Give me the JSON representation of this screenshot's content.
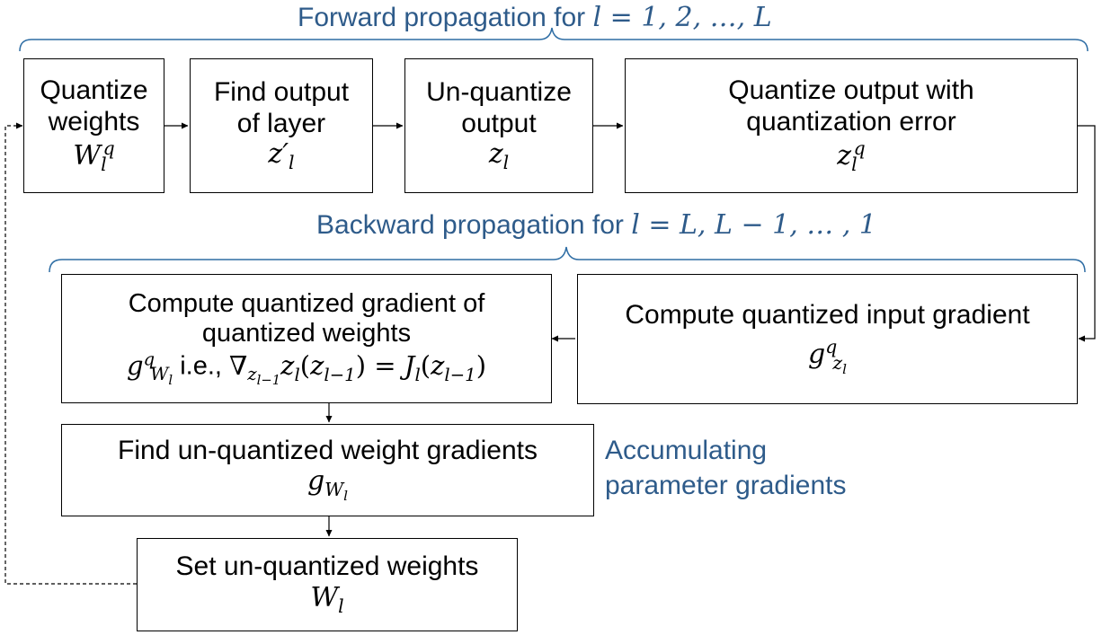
{
  "forward": {
    "prefix": "Forward propagation for ",
    "range": "l = 1, 2, …, L"
  },
  "backward": {
    "prefix": "Backward propagation for ",
    "range": "l = L, L − 1, … , 1"
  },
  "annotation": {
    "line1": "Accumulating",
    "line2": "parameter gradients"
  },
  "boxes": {
    "quantize_weights": {
      "line1": "Quantize",
      "line2": "weights",
      "symbol_main": "W",
      "symbol_sub": "l",
      "symbol_sup": "q"
    },
    "find_output": {
      "line1": "Find output",
      "line2": "of layer",
      "symbol_main": "z′",
      "symbol_sub": "l"
    },
    "unquantize_output": {
      "line1": "Un-quantize",
      "line2": "output",
      "symbol_main": "z",
      "symbol_sub": "l"
    },
    "quantize_output": {
      "line1": "Quantize output with",
      "line2": "quantization error",
      "symbol_main": "z",
      "symbol_sub": "l",
      "symbol_sup": "q"
    },
    "input_gradient": {
      "line1": "Compute quantized input gradient",
      "symbol_main": "g",
      "symbol_sup": "q",
      "symbol_sub_main": "z",
      "symbol_sub_sub": "l"
    },
    "weight_gradient_quantized": {
      "line1": "Compute quantized gradient of",
      "line2": "quantized weights",
      "symbol_main": "g",
      "symbol_sup": "q",
      "symbol_sub_main": "W",
      "symbol_sub_sub": "l",
      "ie": " i.e., ",
      "nabla": "∇",
      "nabla_sub_main": "z",
      "nabla_sub_sub": "l−1",
      "expr_left": "z",
      "expr_left_sub": "l",
      "expr_left_arg_main": "z",
      "expr_left_arg_sub": "l−1",
      "equals": " = ",
      "expr_right": "J",
      "expr_right_sub": "l",
      "expr_right_arg_main": "z",
      "expr_right_arg_sub": "l−1"
    },
    "unquantized_weight_gradients": {
      "line1": "Find un-quantized weight gradients",
      "symbol_main": "g",
      "symbol_sub_main": "W",
      "symbol_sub_sub": "l"
    },
    "set_weights": {
      "line1": "Set un-quantized weights",
      "symbol_main": "W",
      "symbol_sub": "l"
    }
  }
}
